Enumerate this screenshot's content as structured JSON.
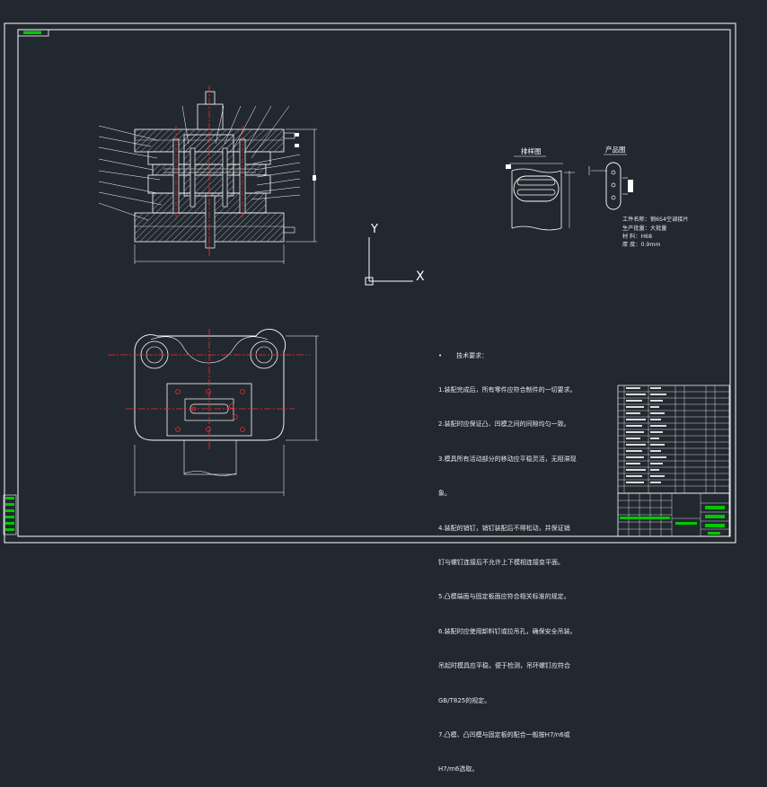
{
  "views": {
    "layout_label": "排样图",
    "product_label": "产品图"
  },
  "ucs": {
    "y_label": "Y",
    "x_label": "X"
  },
  "workpiece_info": [
    "工件名称：钢6S4空调接片",
    "生产批量：大批量",
    "材    料：H68",
    "厚    度：0.9mm"
  ],
  "tech_requirements": {
    "bullet": "•",
    "title": "技术要求：",
    "lines": [
      "1.装配完成后，所有零件应符合制件的一切要求。",
      "2.装配时应保证凸、凹模之间的间隙均匀一致。",
      "3.模具所有活动部分的移动应平稳灵活，无阻滞现",
      "象。",
      "4.装配的销钉，销钉装配后不得松动，并保证销",
      "钉与螺钉连接后不允许上下模相连接变平面。",
      "5.凸模端面与固定板面应符合相关标准的规定。",
      "6.装配时应使用卸料钉或拉吊孔，确保安全吊装。",
      "吊起时模具应平稳，便于检测，吊环螺钉应符合",
      "GB/T825的规定。",
      "7.凸模、凸凹模与固定板的配合一般按H7/n6或",
      "H7/m6选取。"
    ]
  },
  "colors": {
    "background": "#212830",
    "line": "#ffffff",
    "center_line": "#ff2a2a",
    "title_green": "#00c800"
  }
}
